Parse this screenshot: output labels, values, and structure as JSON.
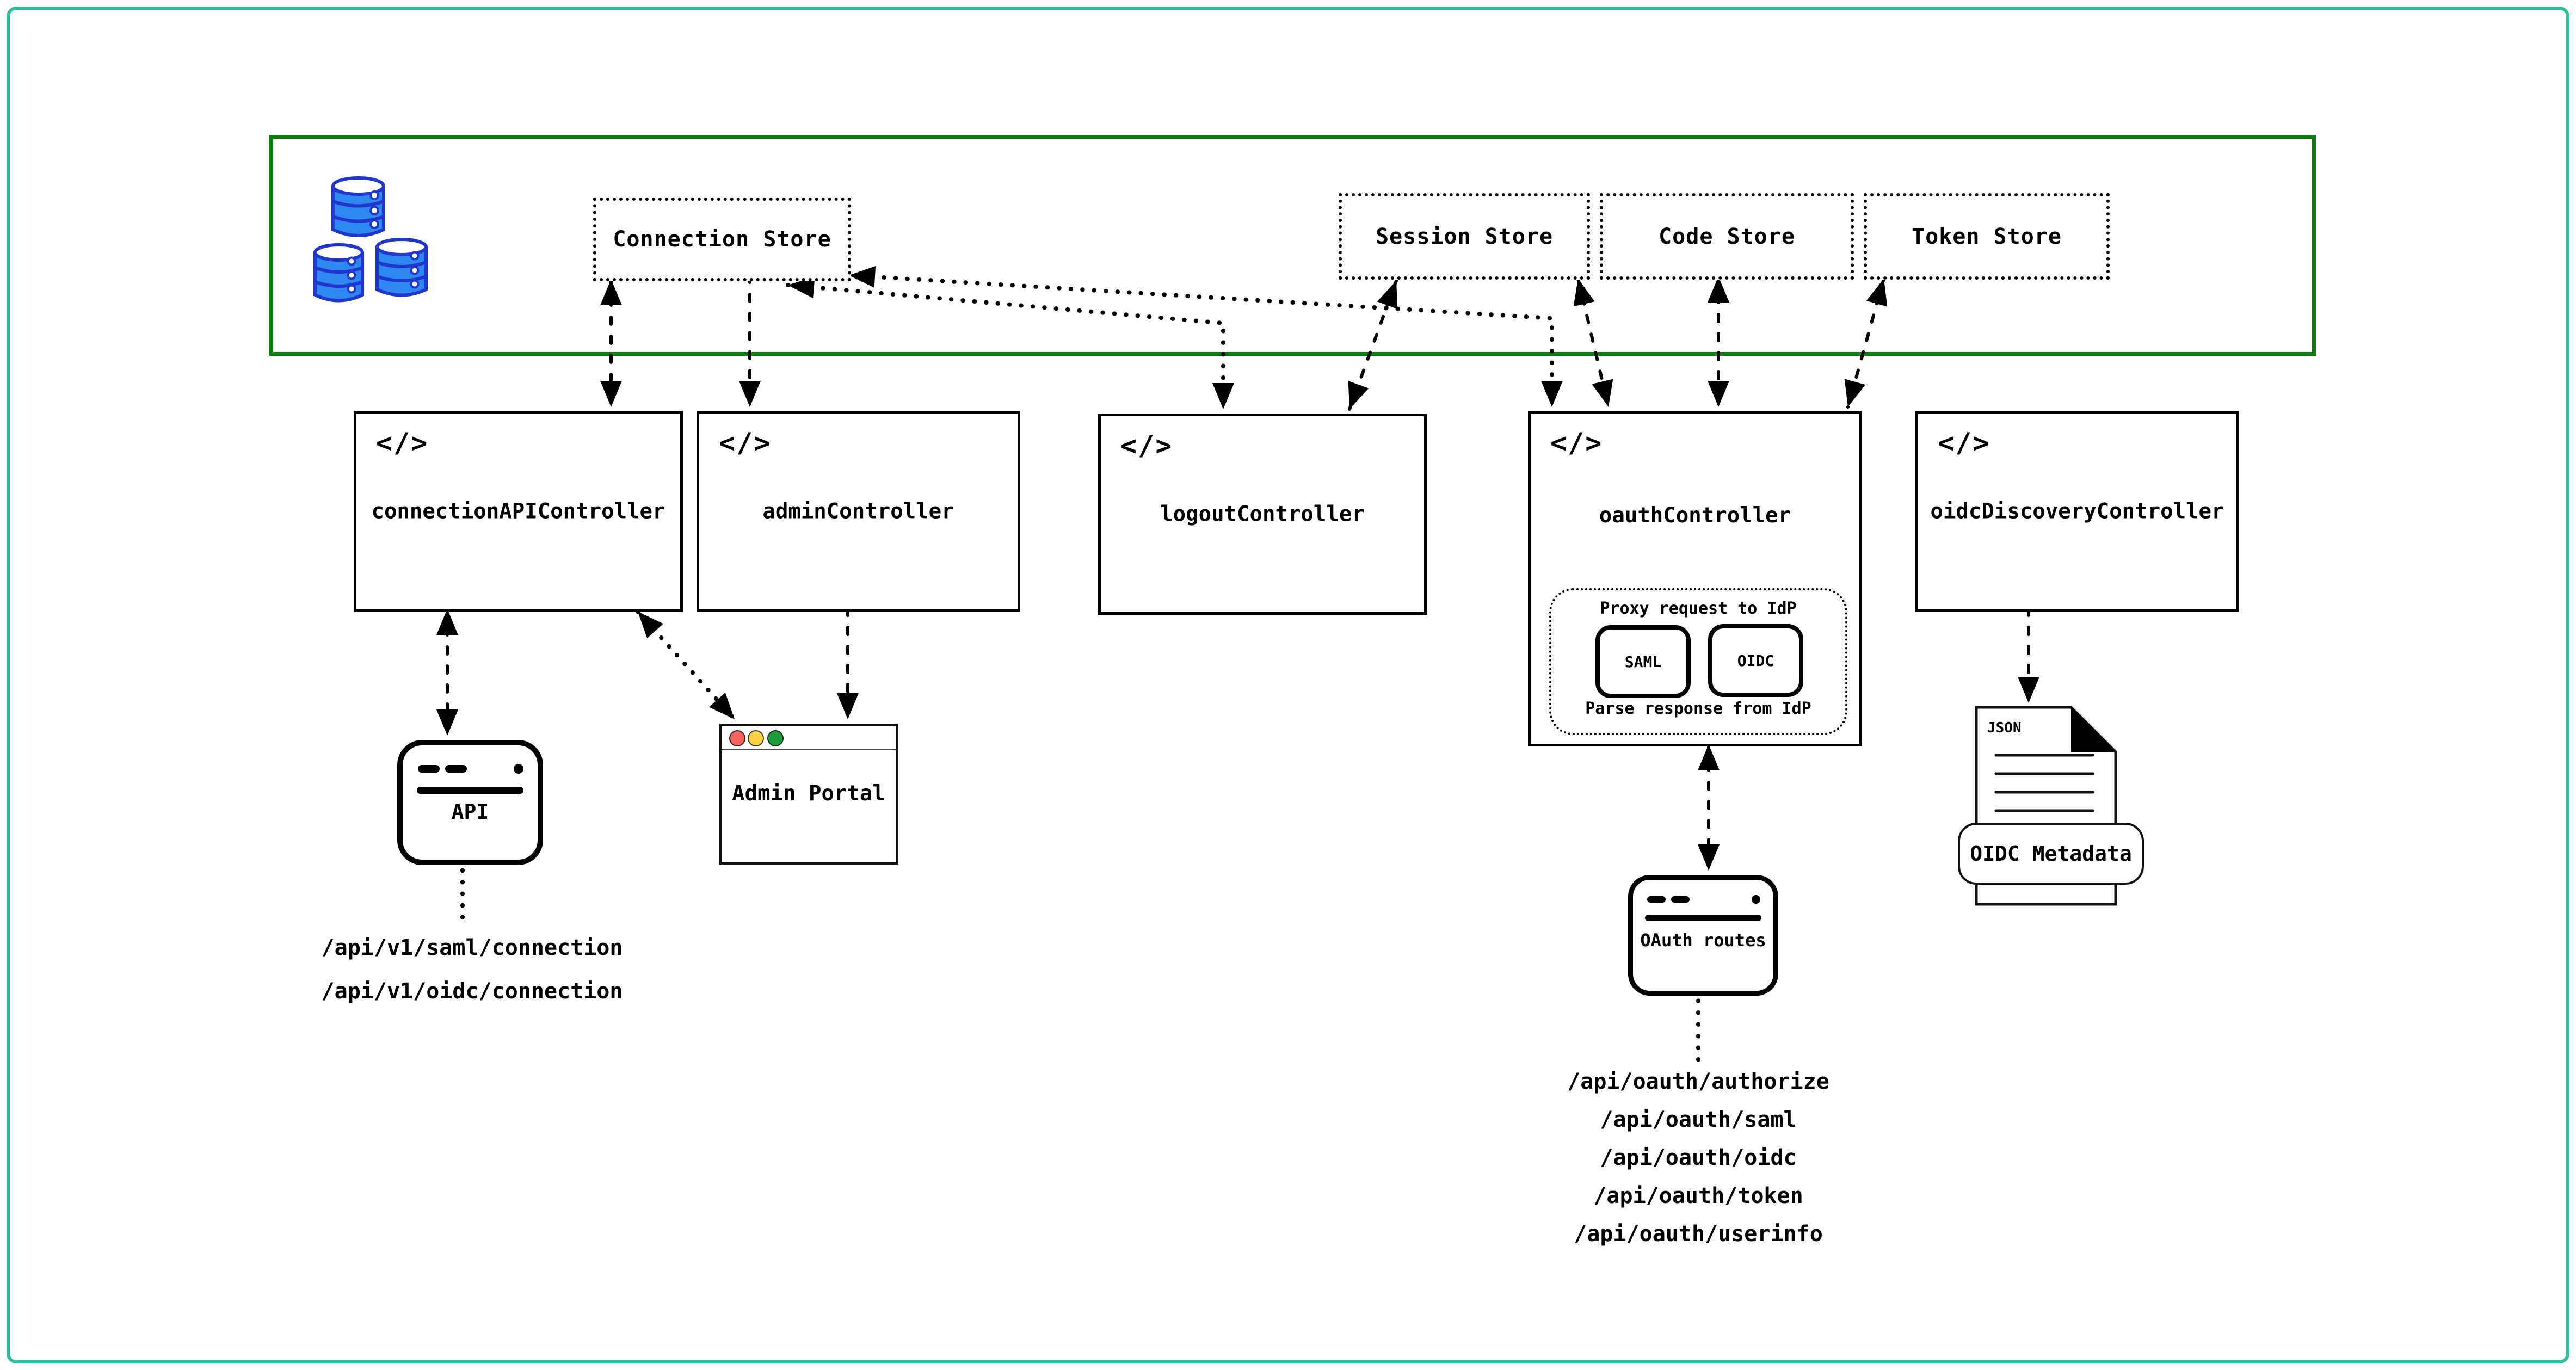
{
  "store_zone": {
    "border_color": "#087f08",
    "database_icon": "database-cylinders-icon",
    "stores": [
      {
        "label": "Connection Store"
      },
      {
        "label": "Session Store"
      },
      {
        "label": "Code Store"
      },
      {
        "label": "Token Store"
      }
    ]
  },
  "controllers": [
    {
      "label": "connectionAPIController"
    },
    {
      "label": "adminController"
    },
    {
      "label": "logoutController"
    },
    {
      "label": "oauthController"
    },
    {
      "label": "oidcDiscoveryController"
    }
  ],
  "code_icon_glyph": "</>",
  "oauth_proxy": {
    "title": "Proxy request to IdP",
    "buttons": [
      {
        "label": "SAML"
      },
      {
        "label": "OIDC"
      }
    ],
    "footer": "Parse response from IdP"
  },
  "api_app": {
    "label": "API",
    "routes": [
      "/api/v1/saml/connection",
      "/api/v1/oidc/connection"
    ]
  },
  "admin_portal": {
    "label": "Admin Portal",
    "traffic_light_colors": [
      "#f4635c",
      "#f8d244",
      "#1d9c3c"
    ]
  },
  "oauth_routes_app": {
    "label": "OAuth routes",
    "routes": [
      "/api/oauth/authorize",
      "/api/oauth/saml",
      "/api/oauth/oidc",
      "/api/oauth/token",
      "/api/oauth/userinfo"
    ]
  },
  "oidc_metadata_doc": {
    "file_type": "JSON",
    "label": "OIDC Metadata"
  },
  "colors": {
    "outer_frame": "#2cbf9d",
    "store_zone_border": "#087f08",
    "database_fill": "#2f87f0",
    "database_stroke": "#2136cd",
    "arrow": "#000000"
  }
}
